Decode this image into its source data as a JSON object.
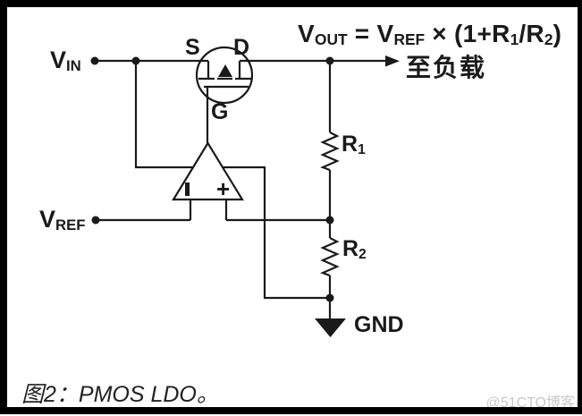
{
  "figure": {
    "formula": {
      "v": "V",
      "v_sub": "OUT",
      "eq": " = V",
      "ref_sub": "REF",
      "mult": " × (1+R",
      "r1_sub": "1",
      "div": "/R",
      "r2_sub": "2",
      "close": ")"
    },
    "labels": {
      "vin_base": "V",
      "vin_sub": "IN",
      "vref_base": "V",
      "vref_sub": "REF",
      "r1_base": "R",
      "r1_sub": "1",
      "r2_base": "R",
      "r2_sub": "2",
      "mosfet_source": "S",
      "mosfet_drain": "D",
      "mosfet_gate": "G",
      "ground": "GND",
      "to_load": "至负载",
      "opamp_plus": "+",
      "opamp_minus": "|"
    },
    "caption": "图2：PMOS LDO。"
  },
  "watermark": "@51CTO博客",
  "colors": {
    "line": "#1a1a1a",
    "frame": "#000000",
    "caption": "#222222",
    "watermark": "#c9c9c9"
  }
}
